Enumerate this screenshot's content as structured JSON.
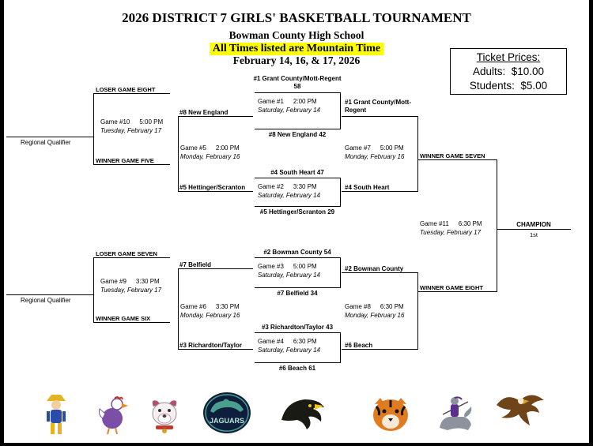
{
  "header": {
    "title": "2026 DISTRICT 7 GIRLS' BASKETBALL TOURNAMENT",
    "school": "Bowman County High School",
    "time_notice": "All Times listed are Mountain Time",
    "dates": "February 14, 16, & 17, 2026"
  },
  "tickets": {
    "title": "Ticket Prices:",
    "adults_label": "Adults:",
    "adults_price": "$10.00",
    "students_label": "Students:",
    "students_price": "$5.00"
  },
  "bracket": {
    "loser_game_eight": "LOSER GAME EIGHT",
    "winner_game_five": "WINNER GAME FIVE",
    "loser_game_seven": "LOSER GAME SEVEN",
    "winner_game_six": "WINNER GAME SIX",
    "winner_game_seven": "WINNER GAME SEVEN",
    "winner_game_eight": "WINNER GAME EIGHT",
    "regional_qualifier_top": "Regional Qualifier",
    "regional_qualifier_bottom": "Regional Qualifier",
    "champion_label": "CHAMPION",
    "champion_place": "1st",
    "seed_new_england": "#8 New England",
    "seed_hettinger": "#5 Hettinger/Scranton",
    "seed_belfield": "#7 Belfield",
    "seed_richardton": "#3 Richardton/Taylor",
    "semi1_top": "#1 Grant County/Mott-Regent",
    "semi1_bottom": "#4 South Heart",
    "semi2_top": "#2 Bowman County",
    "semi2_bottom": "#6 Beach",
    "game1": {
      "num": "Game #1",
      "time": "2:00 PM",
      "date": "Saturday, February 14",
      "top_team": "#1 Grant County/Mott-Regent",
      "top_score": "58",
      "bottom_result": "#8 New England 42"
    },
    "game2": {
      "num": "Game #2",
      "time": "3:30 PM",
      "date": "Saturday, February 14",
      "top_result": "#4 South Heart 47",
      "bottom_result": "#5 Hettinger/Scranton 29"
    },
    "game3": {
      "num": "Game #3",
      "time": "5:00 PM",
      "date": "Saturday, February 14",
      "top_result": "#2 Bowman County 54",
      "bottom_result": "#7 Belfield 34"
    },
    "game4": {
      "num": "Game #4",
      "time": "6:30 PM",
      "date": "Saturday, February 14",
      "top_result": "#3 Richardton/Taylor 43",
      "bottom_result": "#6 Beach 61"
    },
    "game5": {
      "num": "Game #5",
      "time": "2:00 PM",
      "date": "Monday, February 16"
    },
    "game6": {
      "num": "Game #6",
      "time": "3:30 PM",
      "date": "Monday, February 16"
    },
    "game7": {
      "num": "Game #7",
      "time": "5:00 PM",
      "date": "Monday, February 16"
    },
    "game8": {
      "num": "Game #8",
      "time": "6:30 PM",
      "date": "Monday, February 16"
    },
    "game9": {
      "num": "Game #9",
      "time": "3:30 PM",
      "date": "Tuesday, February 17"
    },
    "game10": {
      "num": "Game #10",
      "time": "5:00 PM",
      "date": "Tuesday, February 17"
    },
    "game11": {
      "num": "Game #11",
      "time": "6:30 PM",
      "date": "Tuesday, February 17"
    }
  },
  "logos": {
    "jaguars_text": "JAGUARS"
  }
}
